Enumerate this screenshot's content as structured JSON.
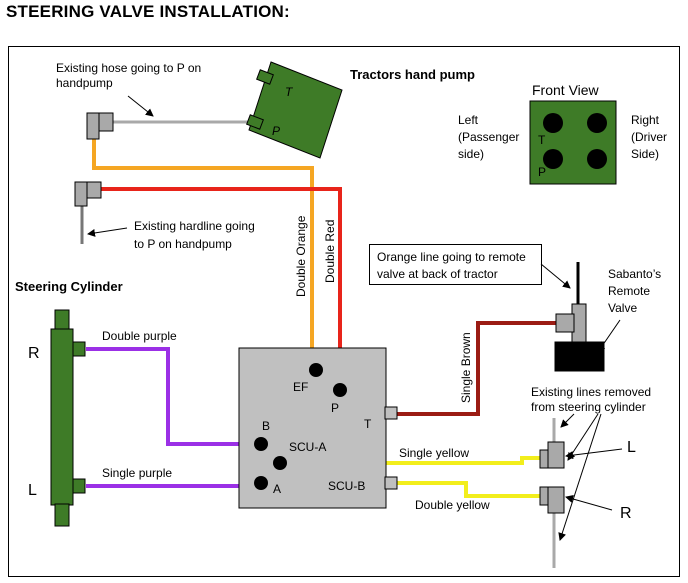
{
  "title": "STEERING VALVE INSTALLATION:",
  "labels": {
    "hose_note_1": "Existing hose going to P on",
    "hose_note_2": "handpump",
    "hand_pump_title": "Tractors hand pump",
    "pump_t": "T",
    "pump_p": "P",
    "front_view": "Front View",
    "left_1": "Left",
    "left_2": "(Passenger",
    "left_3": "side)",
    "right_1": "Right",
    "right_2": "(Driver",
    "right_3": "Side)",
    "fv_t": "T",
    "fv_p": "P",
    "hardline_1": "Existing hardline going",
    "hardline_2": "to P on handpump",
    "double_orange": "Double Orange",
    "double_red": "Double Red",
    "orange_line_1": "Orange line going to remote",
    "orange_line_2": "valve at back of tractor",
    "remote_1": "Sabanto’s",
    "remote_2": "Remote",
    "remote_3": "Valve",
    "steering_cylinder": "Steering Cylinder",
    "cyl_r": "R",
    "cyl_l": "L",
    "double_purple": "Double purple",
    "single_purple": "Single purple",
    "single_brown": "Single Brown",
    "removed_1": "Existing lines removed",
    "removed_2": "from steering cylinder",
    "valve_ef": "EF",
    "valve_p": "P",
    "valve_t": "T",
    "valve_b": "B",
    "valve_scua": "SCU-A",
    "valve_a": "A",
    "valve_scub": "SCU-B",
    "single_yellow": "Single yellow",
    "double_yellow": "Double yellow",
    "fit_l": "L",
    "fit_r": "R"
  },
  "colors": {
    "green": "#3e7b27",
    "orange": "#f5a623",
    "red": "#e8241a",
    "dark_red": "#9b1c14",
    "purple": "#9b30e6",
    "yellow": "#f2ee1c",
    "valve_gray": "#c0c0c0",
    "fitting_gray": "#a9a9a9"
  }
}
